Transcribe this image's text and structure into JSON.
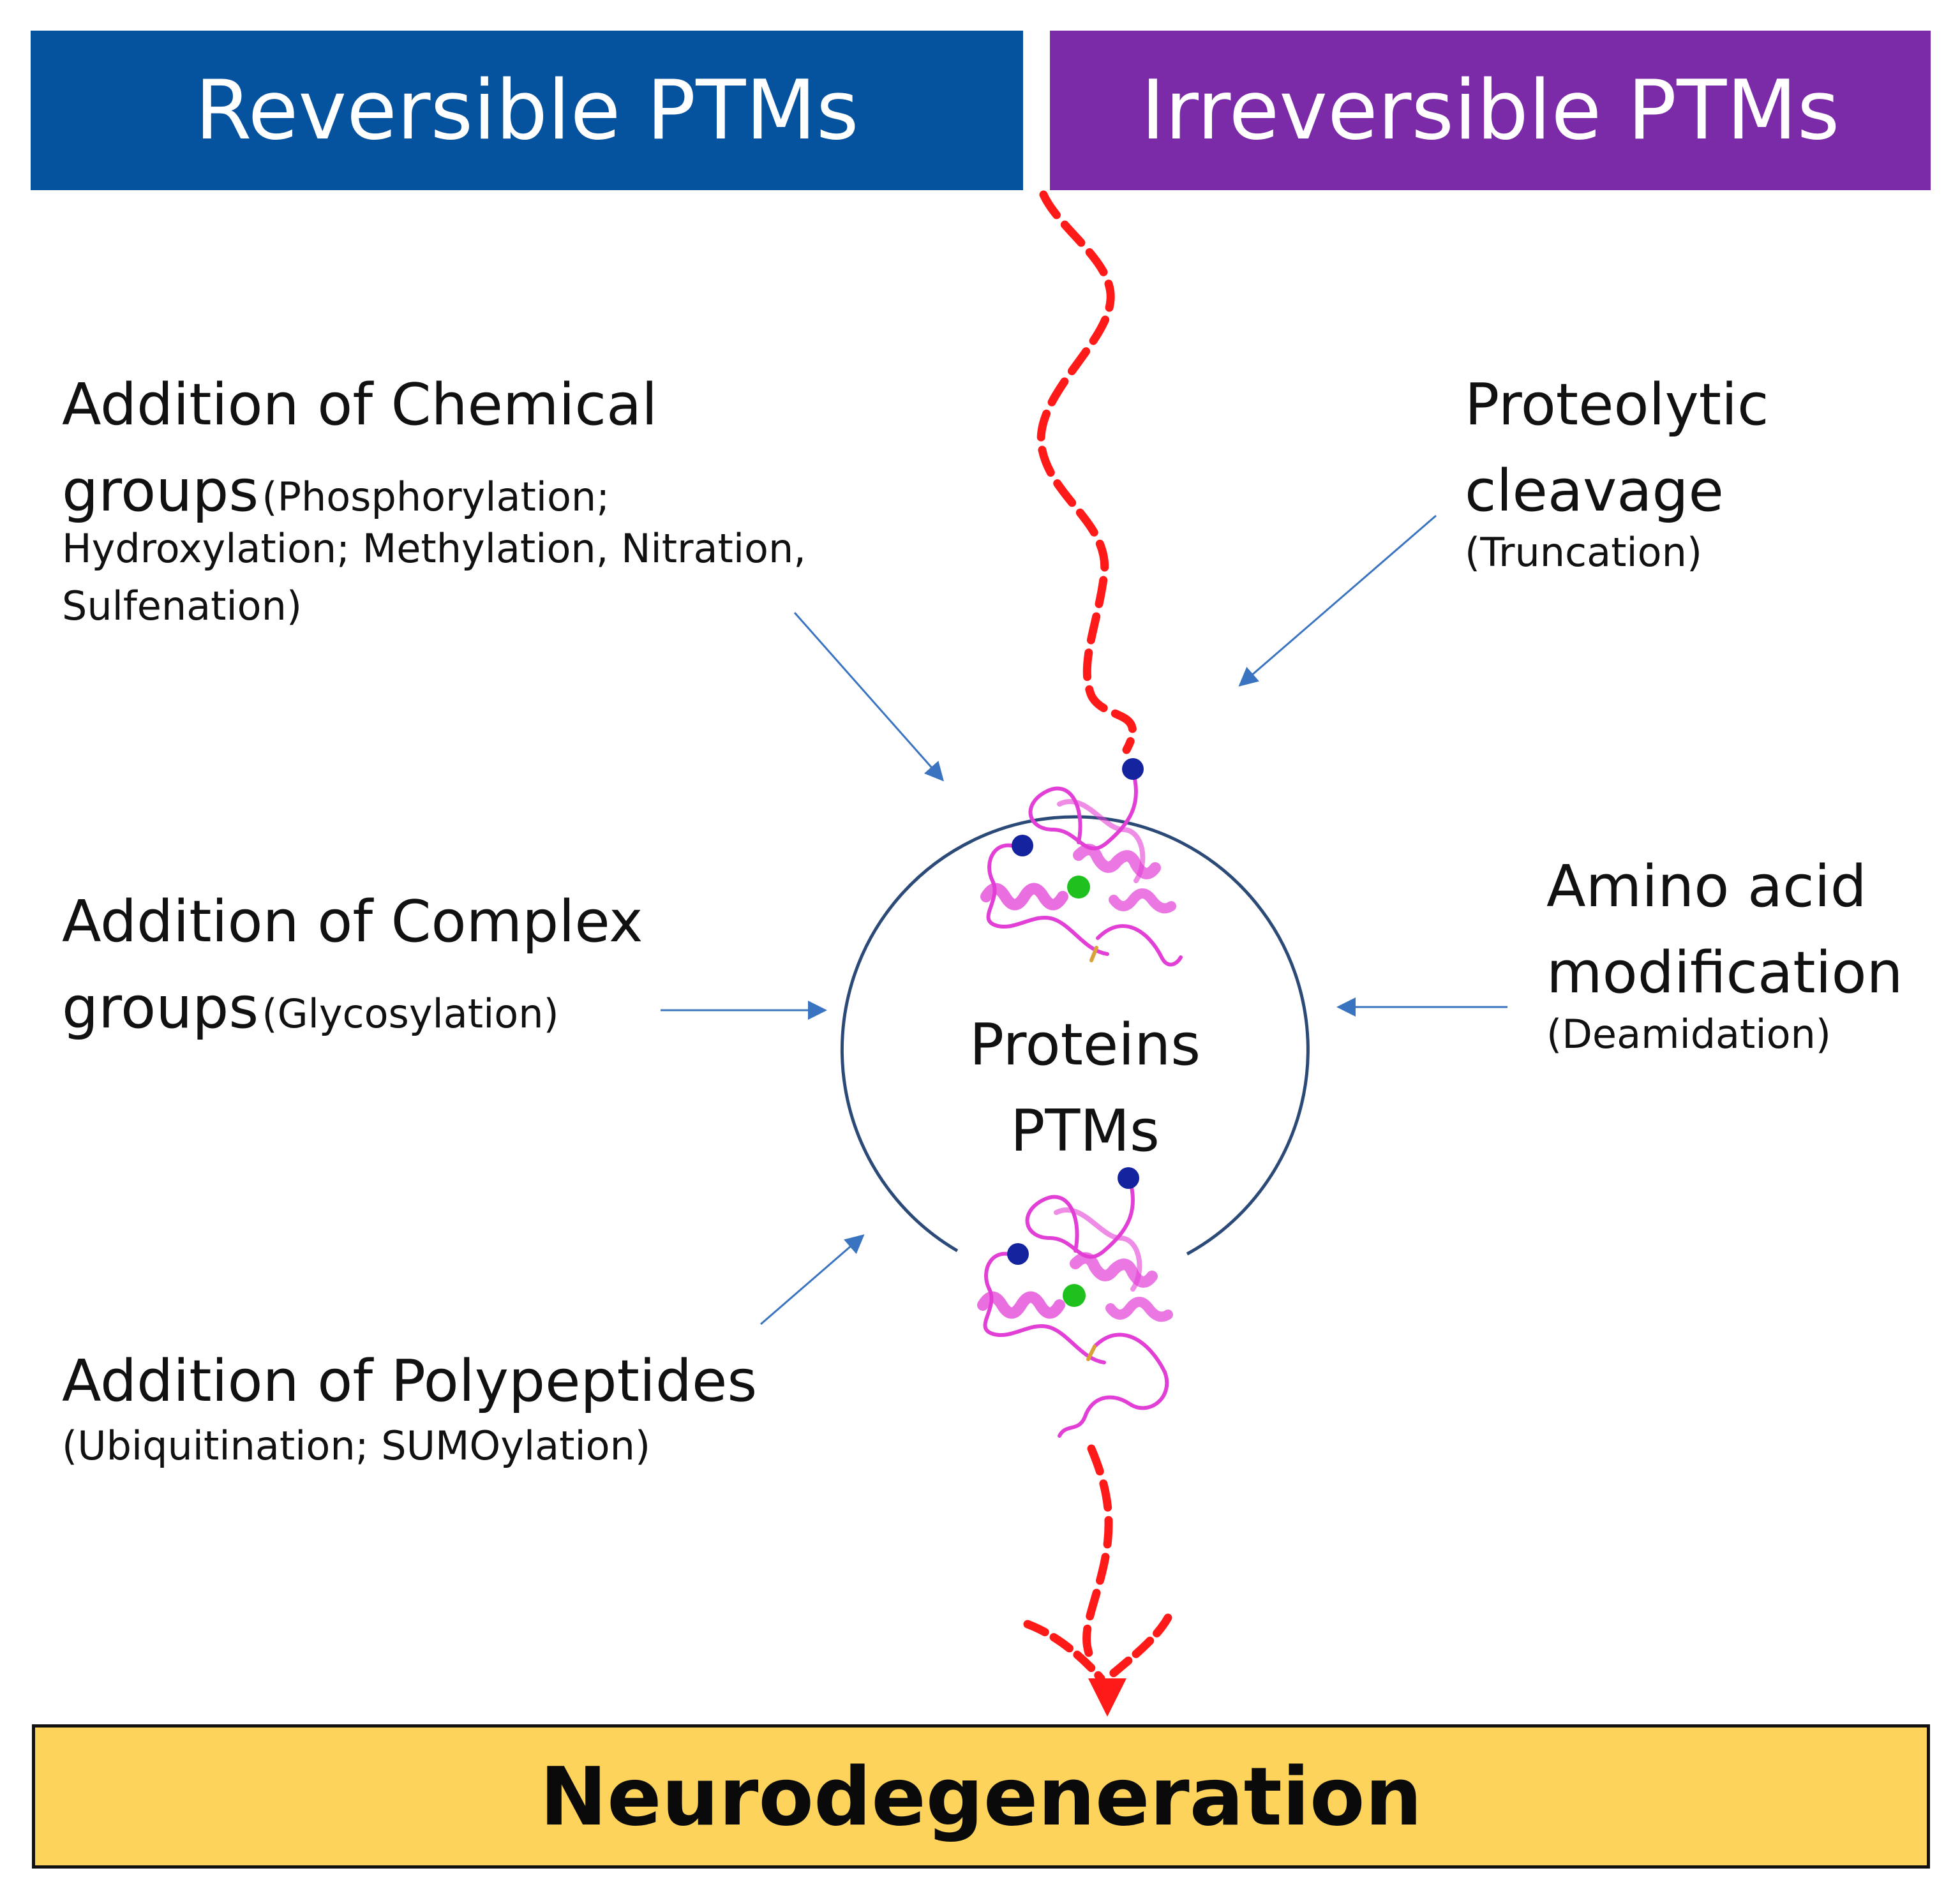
{
  "headers": {
    "reversible": "Reversible PTMs",
    "irreversible": "Irreversible PTMs"
  },
  "center": {
    "line1": "Proteins",
    "line2": "PTMs"
  },
  "left": {
    "chemical": {
      "title1": "Addition of Chemical",
      "title2": "groups",
      "detail1": "(Phosphorylation;",
      "detail2": "Hydroxylation; Methylation, Nitration,",
      "detail3": "Sulfenation)"
    },
    "complex": {
      "title1": "Addition of Complex",
      "title2": "groups",
      "detail": "(Glycosylation)"
    },
    "polypeptides": {
      "title": "Addition of Polypeptides",
      "detail": "(Ubiquitination; SUMOylation)"
    }
  },
  "right": {
    "proteolytic": {
      "title1": "Proteolytic",
      "title2": "cleavage",
      "detail": "(Truncation)"
    },
    "amino": {
      "title1": "Amino acid",
      "title2": "modification",
      "detail": "(Deamidation)"
    }
  },
  "footer": "Neurodegeneration",
  "colors": {
    "reversible": "#05529e",
    "irreversible": "#7b2aa8",
    "footer": "#fdd35c",
    "pathway": "#ff1a1a",
    "arrow": "#3a74c0",
    "circle": "#2c4a78",
    "protein": "#e23fd6"
  }
}
